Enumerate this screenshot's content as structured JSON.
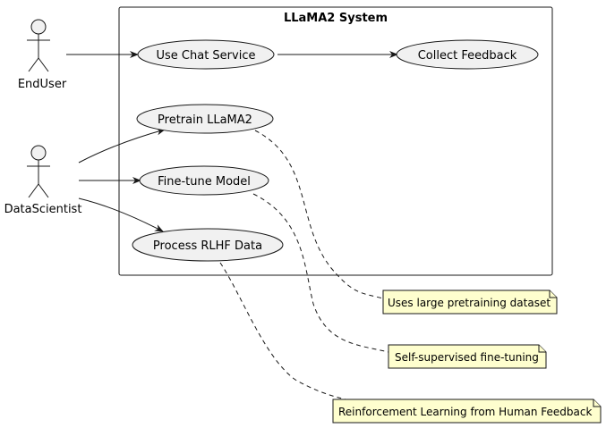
{
  "system": {
    "title": "LLaMA2 System"
  },
  "actors": {
    "end_user": "EndUser",
    "data_scientist": "DataScientist"
  },
  "use_cases": {
    "chat": "Use Chat Service",
    "feedback": "Collect Feedback",
    "pretrain": "Pretrain LLaMA2",
    "finetune": "Fine-tune Model",
    "rlhf": "Process RLHF Data"
  },
  "notes": {
    "pretrain_note": "Uses large pretraining dataset",
    "finetune_note": "Self-supervised fine-tuning",
    "rlhf_note": "Reinforcement Learning from Human Feedback"
  },
  "colors": {
    "use_case_fill": "#f1f1f1",
    "note_fill": "#fefece",
    "line": "#181818"
  }
}
